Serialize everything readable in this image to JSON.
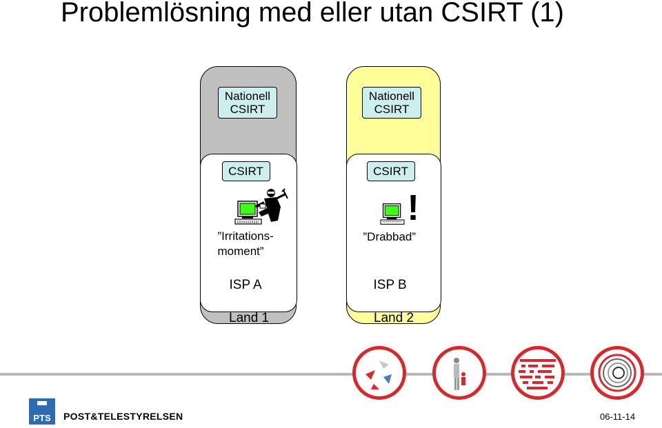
{
  "title": "Problemlösning med eller utan CSIRT (1)",
  "left": {
    "national": "Nationell\nCSIRT",
    "csirt": "CSIRT",
    "caption_1": "”Irritations-",
    "caption_2": "moment”",
    "isp": "ISP A",
    "country": "Land 1",
    "color": "#c0c0c0"
  },
  "right": {
    "national": "Nationell\nCSIRT",
    "csirt": "CSIRT",
    "caption": "”Drabbad”",
    "exclamation": "!",
    "isp": "ISP B",
    "country": "Land 2",
    "color": "#ffff99"
  },
  "icons": {
    "computer": "computer-icon",
    "hacker": "hacker-icon",
    "seals": [
      "arrows-seal-icon",
      "people-seal-icon",
      "barcode-seal-icon",
      "spiral-seal-icon"
    ]
  },
  "footer": {
    "logo_text": "PTS",
    "brand": "POST&TELESTYRELSEN",
    "date": "06-11-14"
  },
  "colors": {
    "accent": "#d7282c",
    "brand_blue": "#2d6bb3",
    "csirt_box": "#cdeeee"
  }
}
